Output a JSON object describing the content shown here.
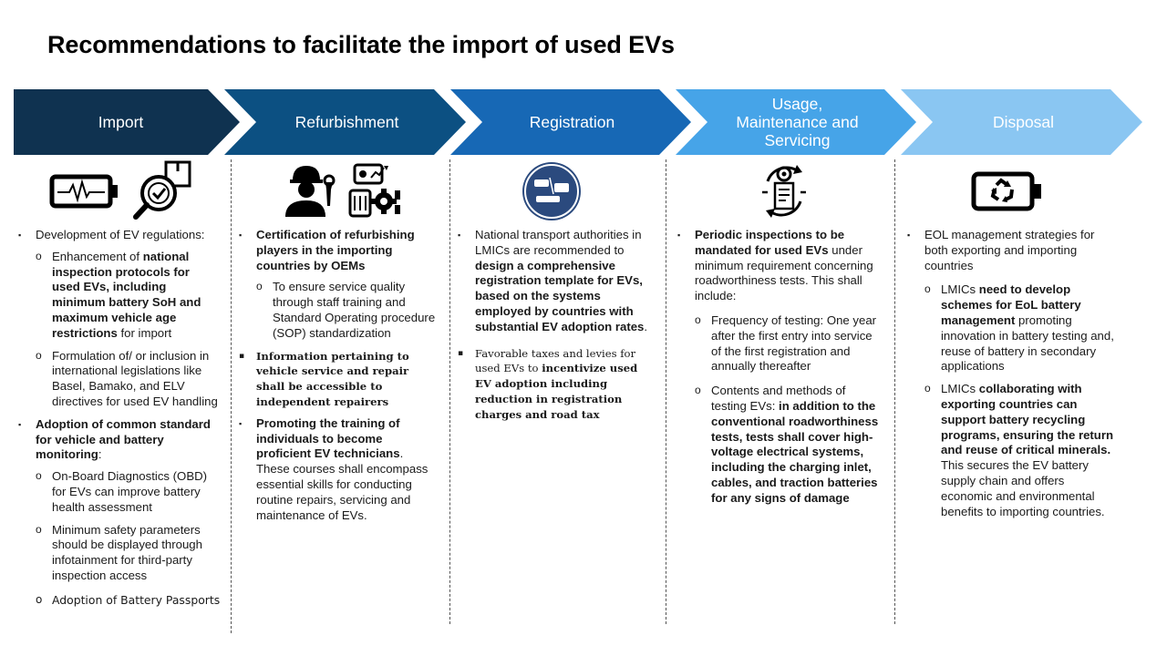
{
  "title": "Recommendations to facilitate the import of used EVs",
  "colors": {
    "import": "#0f3250",
    "refurbishment": "#0c5082",
    "registration": "#1768b5",
    "usage": "#46a4e8",
    "disposal": "#8ac6f2",
    "badge": "#2b4a7e"
  },
  "stages": [
    {
      "label": "Import"
    },
    {
      "label": "Refurbishment"
    },
    {
      "label": "Registration"
    },
    {
      "label_line1": "Usage,",
      "label_line2": "Maintenance and",
      "label_line3": "Servicing"
    },
    {
      "label": "Disposal"
    }
  ],
  "icons": {
    "import": [
      "battery-pulse-icon",
      "magnifier-check-icon"
    ],
    "refurbishment": [
      "mechanic-icon",
      "machine-gear-icon"
    ],
    "registration": [
      "vehicle-registration-badge-icon"
    ],
    "usage": [
      "gear-cycle-document-icon"
    ],
    "disposal": [
      "battery-recycle-icon"
    ]
  },
  "import": {
    "b1": "Development of EV regulations:",
    "s1a": "Enhancement of ",
    "s1b": "national inspection protocols for used EVs, including minimum battery SoH and maximum vehicle age restrictions",
    "s1c": " for import",
    "s2": "Formulation of/ or inclusion in international legislations like Basel, Bamako, and ELV directives for used EV handling",
    "b2a": "Adoption of common standard for vehicle and battery monitoring",
    "b2b": ":",
    "s3": "On-Board Diagnostics (OBD) for EVs can improve battery health assessment",
    "s4": "Minimum safety parameters should be displayed through infotainment for third-party inspection access",
    "s5": "Adoption of Battery Passports"
  },
  "refurbishment": {
    "b1": "Certification of refurbishing players in the importing countries by OEMs",
    "s1": "To ensure service quality through staff training and Standard Operating procedure (SOP) standardization",
    "b2": "Information pertaining to vehicle service and repair shall be accessible to independent repairers",
    "b3a": "Promoting the training of individuals to become proficient EV technicians",
    "b3b": ". These courses shall encompass essential skills for conducting routine repairs, servicing and maintenance of EVs."
  },
  "registration": {
    "b1a": "National transport authorities in LMICs are recommended to ",
    "b1b": "design a comprehensive registration template for EVs, based on the systems employed by countries with substantial EV adoption rates",
    "b1c": ".",
    "b2a": "Favorable taxes and levies for used EVs to ",
    "b2b": "incentivize used EV adoption including reduction in registration charges and road tax"
  },
  "usage": {
    "b1a": "Periodic inspections to be mandated for used EVs",
    "b1b": " under minimum requirement concerning roadworthiness tests. This shall include:",
    "s1": "Frequency of testing: One year after the first entry into service of the first registration and annually thereafter",
    "s2a": "Contents and methods of testing EVs: ",
    "s2b": "in addition to the conventional roadworthiness tests, tests shall cover high-voltage electrical systems, including the charging inlet, cables, and traction batteries for any signs of damage"
  },
  "disposal": {
    "b1": "EOL management strategies for both exporting and importing countries",
    "s1a": "LMICs ",
    "s1b": "need to develop schemes for EoL battery management",
    "s1c": " promoting innovation in battery testing and, reuse of battery in secondary applications",
    "s2a": "LMICs ",
    "s2b": "collaborating with exporting countries can support battery recycling programs, ensuring the return and reuse of critical minerals.",
    "s2c": " This secures the EV battery supply chain and offers economic and environmental benefits to importing countries."
  }
}
